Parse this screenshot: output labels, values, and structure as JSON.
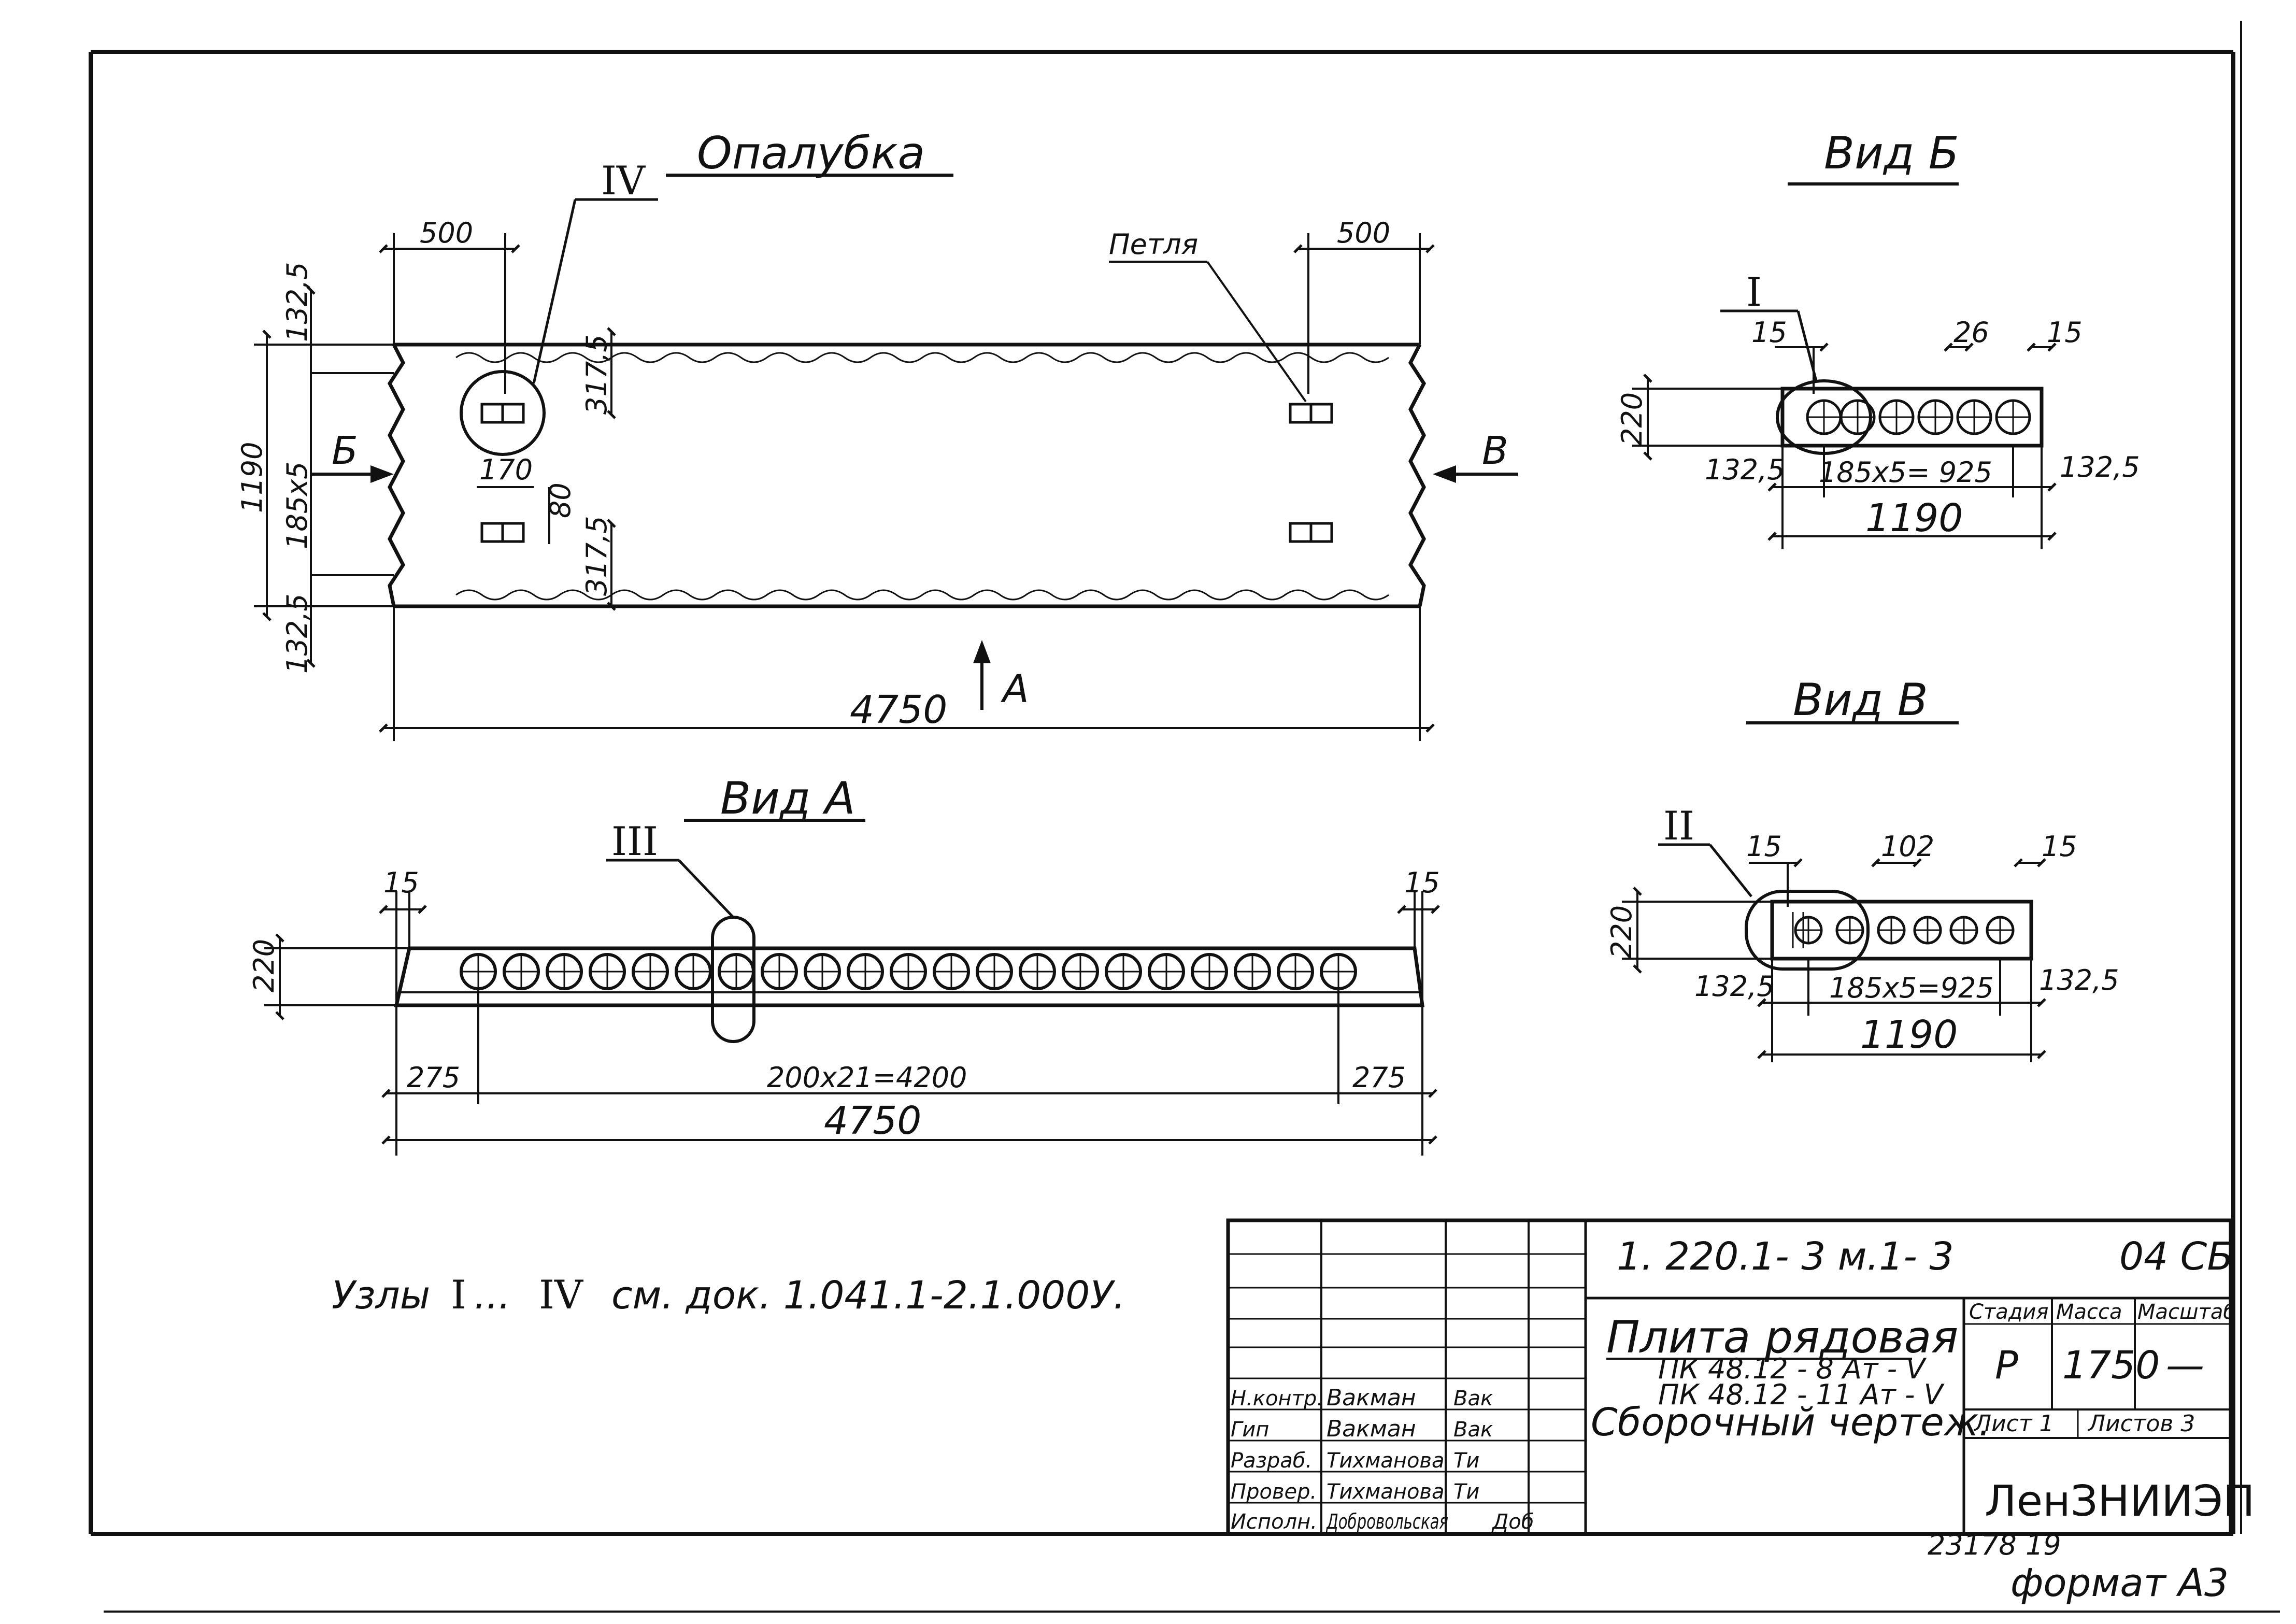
{
  "views": {
    "formwork": {
      "title": "Опалубка",
      "loop_label": "Петля",
      "node_marker": "IV",
      "arrow_b": "Б",
      "arrow_v": "В",
      "arrow_a": "А",
      "dims": {
        "left_top": "500",
        "right_top": "500",
        "edge_top": "132,5",
        "height": "1190",
        "mid": "185х5",
        "edge_bottom": "132,5",
        "loop_dim": "317,5",
        "hole_w": "170",
        "hole_h": "80",
        "loop_dim2": "317,5",
        "length": "4750"
      }
    },
    "view_a": {
      "title": "Вид А",
      "node_marker": "III",
      "dims": {
        "left_edge": "15",
        "right_edge": "15",
        "height": "220",
        "left_end": "275",
        "pitch": "200х21=4200",
        "right_end": "275",
        "length": "4750"
      }
    },
    "view_b": {
      "title": "Вид Б",
      "node_marker": "I",
      "dims": {
        "d15a": "15",
        "d26": "26",
        "d15b": "15",
        "height": "220",
        "left": "132,5",
        "pitch": "185х5= 925",
        "right": "132,5",
        "width": "1190"
      }
    },
    "view_v": {
      "title": "Вид В",
      "node_marker": "II",
      "dims": {
        "d15a": "15",
        "d102": "102",
        "d15b": "15",
        "height": "220",
        "left": "132,5",
        "pitch": "185х5=925",
        "right": "132,5",
        "width": "1190"
      }
    }
  },
  "note": {
    "prefix": "Узлы",
    "from": "I",
    "dots": "...",
    "to": "IV",
    "text": "см. док. 1.041.1-2.1.000У."
  },
  "title_block": {
    "code": "1. 220.1- 3 м.1- 3",
    "sheet_code": "04 СБ",
    "name": "Плита рядовая",
    "mark1": "ПК 48.12 - 8 Ат - V",
    "mark2": "ПК 48.12 - 11 Ат - V",
    "doc_type": "Сборочный чертеж.",
    "col_stage": "Стадия",
    "col_mass": "Масса",
    "col_scale": "Масштаб",
    "stage": "Р",
    "mass": "1750",
    "scale": "—",
    "sheet": "Лист 1",
    "sheets": "Листов 3",
    "org": "ЛенЗНИИЭП",
    "staff": [
      {
        "role": "Н.контр.",
        "name": "Вакман",
        "sign": "Вак"
      },
      {
        "role": "Гип",
        "name": "Вакман",
        "sign": "Вак"
      },
      {
        "role": "Разраб.",
        "name": "Тихманова",
        "sign": "Ти"
      },
      {
        "role": "Провер.",
        "name": "Тихманова",
        "sign": "Ти"
      },
      {
        "role": "Исполн.",
        "name": "Добровольская",
        "sign": "Доб"
      }
    ]
  },
  "footer": {
    "inventory": "23178 19",
    "format": "формат А3"
  }
}
